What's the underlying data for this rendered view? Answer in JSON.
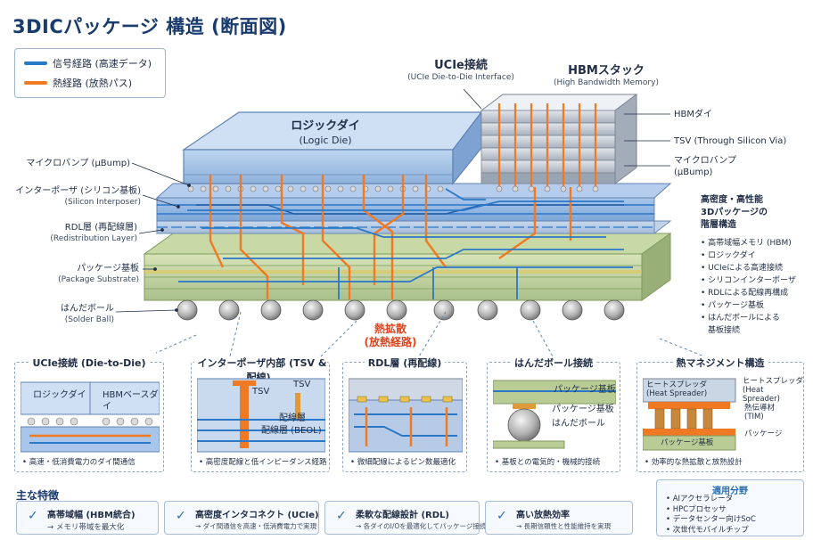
{
  "title": "3DICパッケージ 構造 (断面図)",
  "legend": {
    "signal": "信号経路 (高速データ)",
    "thermal": "熱経路 (放熱パス)",
    "signal_color": "#2a78c8",
    "thermal_color": "#f07a24"
  },
  "top_labels": {
    "logic_die": "ロジックダイ",
    "logic_die_en": "(Logic Die)",
    "ucie": "UCIe接続",
    "ucie_en": "(UCIe Die-to-Die Interface)",
    "hbm_stack": "HBMスタック",
    "hbm_stack_en": "(High Bandwidth Memory)"
  },
  "left_labels": [
    {
      "jp": "マイクロバンプ (µBump)",
      "en": ""
    },
    {
      "jp": "インターポーザ (シリコン基板)",
      "en": "(Silicon Interposer)"
    },
    {
      "jp": "RDL層 (再配線層)",
      "en": "(Redistribution Layer)"
    },
    {
      "jp": "パッケージ基板",
      "en": "(Package Substrate)"
    },
    {
      "jp": "はんだボール",
      "en": "(Solder Ball)"
    }
  ],
  "right_labels": {
    "hbm_die": "HBMダイ",
    "tsv": "TSV (Through Silicon Via)",
    "ubump": "マイクロバンプ",
    "ubump_en": "(µBump)"
  },
  "side_panel": {
    "title_lines": [
      "高密度・高性能",
      "3Dパッケージの",
      "階層構造"
    ],
    "items": [
      "高帯域幅メモリ (HBM)",
      "ロジックダイ",
      "UCIeによる高速接続",
      "シリコンインターポーザ",
      "RDLによる配線再構成",
      "パッケージ基板",
      "はんだボールによる",
      "基板接続"
    ]
  },
  "heat_label": [
    "熱拡散",
    "(放熱経路)"
  ],
  "detail_panels": [
    {
      "title": "UCIe接続 (Die-to-Die)",
      "labels": [
        "ロジックダイ",
        "HBMベースダイ"
      ],
      "caption": "高速・低消費電力のダイ間通信"
    },
    {
      "title": "インターポーザ内部 (TSV & 配線)",
      "labels": [
        "TSV",
        "TSV",
        "配線層",
        "配線層 (BEOL)"
      ],
      "caption": "高密度配線と低インピーダンス経路"
    },
    {
      "title": "RDL層 (再配線)",
      "labels": [],
      "caption": "微細配線によるピン数最適化"
    },
    {
      "title": "はんだボール接続",
      "labels": [
        "パッケージ基板",
        "パッケージ基板",
        "はんだボール"
      ],
      "caption": "基板との電気的・機械的接続"
    },
    {
      "title": "熱マネジメント構造",
      "labels": [
        "ヒートスプレッダ",
        "(Heat Spreader)",
        "ヒートスプレッダ",
        "(Heat Spreader)",
        "熱伝導材",
        "(TIM)",
        "パッケージ",
        "パッケージ基板"
      ],
      "caption": "効率的な熱拡散と放熱設計"
    }
  ],
  "features": {
    "heading": "主な特徴",
    "items": [
      {
        "title": "高帯域幅 (HBM統合)",
        "desc": "→ メモリ帯域を最大化"
      },
      {
        "title": "高密度インタコネクト (UCIe)",
        "desc": "→ ダイ間通信を高速・低消費電力で実現"
      },
      {
        "title": "柔軟な配線設計 (RDL)",
        "desc": "→ 各ダイのI/Oを最適化してパッケージ接続"
      },
      {
        "title": "高い放熱効率",
        "desc": "→ 長期信頼性と性能維持を実現"
      }
    ]
  },
  "applications": {
    "title": "適用分野",
    "items": [
      "AIアクセラレータ",
      "HPCプロセッサ",
      "データセンター向けSoC",
      "次世代モバイルチップ"
    ]
  }
}
